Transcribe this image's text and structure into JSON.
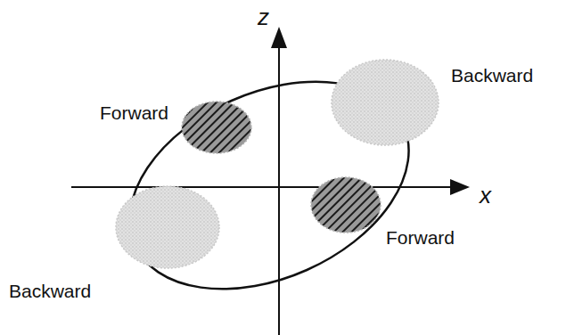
{
  "diagram": {
    "labels": [
      "z",
      "Backward",
      "Forward",
      "x",
      "Forward",
      "Backward"
    ]
  }
}
